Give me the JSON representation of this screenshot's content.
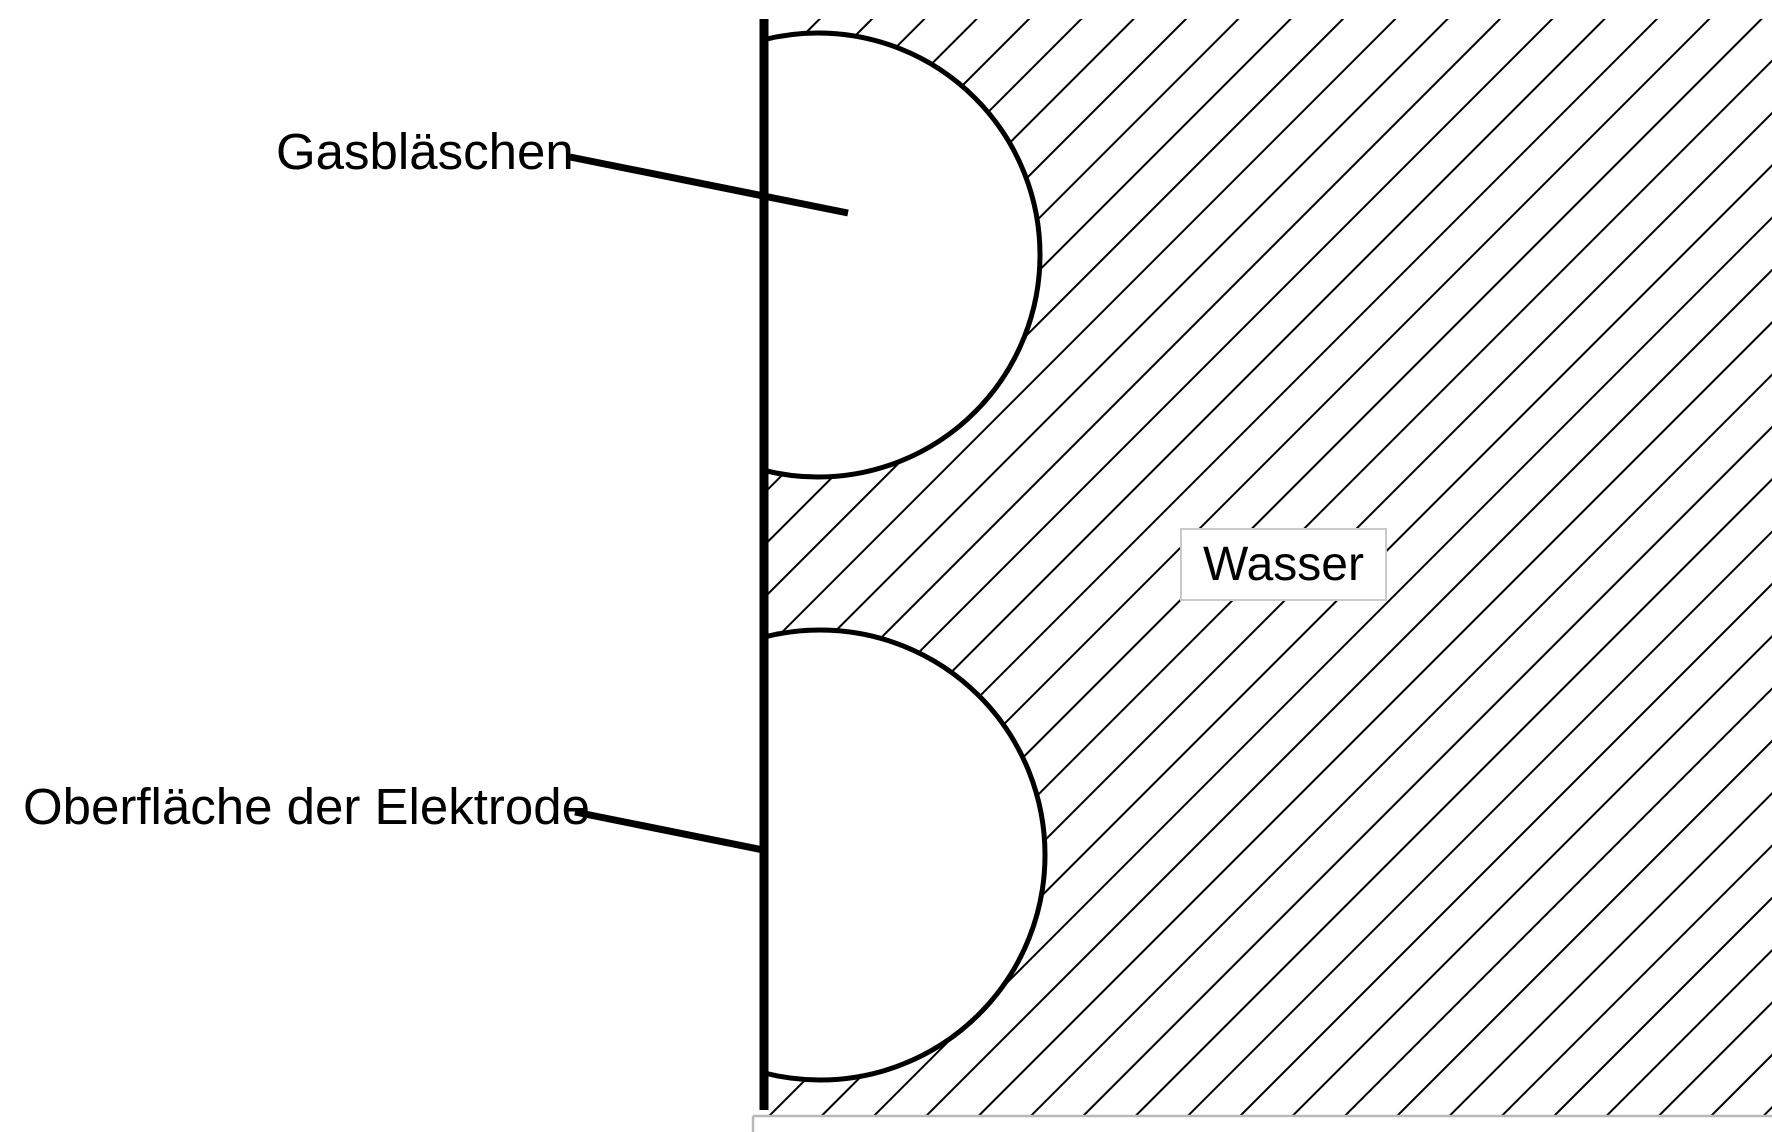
{
  "figure": {
    "labels": {
      "gas_bubble": "Gasbläschen",
      "electrode_surface": "Oberfläche der Elektrode",
      "water": "Wasser"
    },
    "colors": {
      "ink": "#000000",
      "background": "#ffffff",
      "water_box_border": "#c9c9c9",
      "canvas_edge_gray": "#b8b8b8"
    }
  }
}
